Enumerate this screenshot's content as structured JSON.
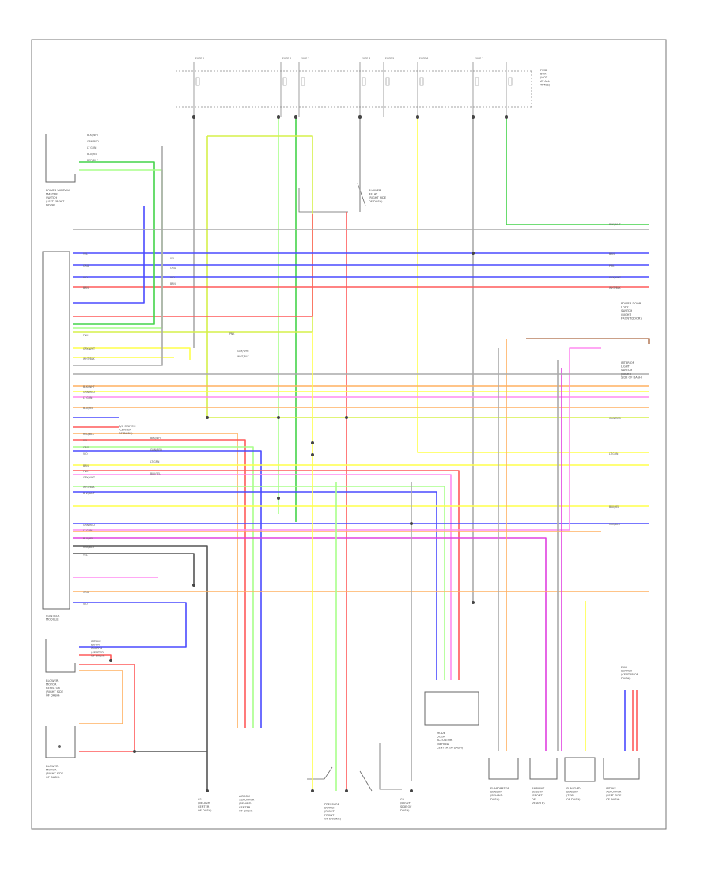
{
  "diagram": {
    "footer_code": "",
    "components": [
      {
        "name": "fuse-box-top",
        "lines": [
          "FUSE",
          "BOX",
          "(HOT",
          "AT ALL",
          "TIMES)"
        ]
      },
      {
        "name": "power-window-master-switch",
        "lines": [
          "POWER WINDOW",
          "MASTER",
          "SWITCH",
          "(LEFT FRONT",
          "DOOR)"
        ]
      },
      {
        "name": "control-module",
        "lines": [
          "CONTROL",
          "MODULE"
        ]
      },
      {
        "name": "blower-motor-resistor",
        "lines": [
          "BLOWER",
          "MOTOR",
          "RESISTOR",
          "(RIGHT SIDE",
          "OF DASH)"
        ]
      },
      {
        "name": "blower-motor",
        "lines": [
          "BLOWER",
          "MOTOR",
          "(RIGHT SIDE",
          "OF DASH)"
        ]
      },
      {
        "name": "blower-relay",
        "lines": [
          "BLOWER",
          "RELAY",
          "(RIGHT SIDE",
          "OF DASH)"
        ]
      },
      {
        "name": "ground-g1",
        "lines": [
          "G1",
          "(BEHIND",
          "CENTER",
          "OF DASH)"
        ]
      },
      {
        "name": "air-mix-actuator",
        "lines": [
          "AIR MIX",
          "ACTUATOR",
          "(BEHIND",
          "CENTER",
          "OF DASH)"
        ]
      },
      {
        "name": "pressure-switch",
        "lines": [
          "PRESSURE",
          "SWITCH",
          "(RIGHT",
          "FRONT",
          "OF ENGINE)"
        ]
      },
      {
        "name": "ground-g2",
        "lines": [
          "G2",
          "(RIGHT",
          "SIDE OF",
          "DASH)"
        ]
      },
      {
        "name": "mode-door-actuator",
        "lines": [
          "MODE",
          "DOOR",
          "ACTUATOR",
          "(BEHIND",
          "CENTER OF DASH)"
        ]
      },
      {
        "name": "evaporator-sensor",
        "lines": [
          "EVAPORATOR",
          "SENSOR",
          "(BEHIND",
          "DASH)"
        ]
      },
      {
        "name": "ambient-sensor",
        "lines": [
          "AMBIENT",
          "SENSOR",
          "(FRONT",
          "OF",
          "VEHICLE)"
        ]
      },
      {
        "name": "sunload-sensor",
        "lines": [
          "SUNLOAD",
          "SENSOR",
          "(TOP",
          "OF DASH)"
        ]
      },
      {
        "name": "intake-actuator",
        "lines": [
          "INTAKE",
          "ACTUATOR",
          "(LEFT SIDE",
          "OF DASH)"
        ]
      },
      {
        "name": "right-module-a",
        "lines": [
          "POWER DOOR",
          "LOCK",
          "SWITCH",
          "(RIGHT",
          "FRONT DOOR)"
        ]
      },
      {
        "name": "right-module-b",
        "lines": [
          "INTERIOR",
          "LIGHT",
          "SWITCH",
          "(RIGHT",
          "SIDE OF DASH)"
        ]
      },
      {
        "name": "fan-switch",
        "lines": [
          "FAN",
          "SWITCH",
          "(CENTER OF",
          "DASH)"
        ]
      },
      {
        "name": "intake-switch",
        "lines": [
          "INTAKE",
          "DOOR",
          "SWITCH",
          "(CENTER",
          "OF DASH)"
        ]
      },
      {
        "name": "auto-switch",
        "lines": [
          "A/C SWITCH",
          "(CENTER",
          "OF DASH)"
        ]
      }
    ],
    "fuses": [
      "FUSE 1",
      "FUSE 2",
      "FUSE 3",
      "FUSE 4",
      "FUSE 5",
      "FUSE 6",
      "FUSE 7"
    ],
    "wire_labels": [
      "BLK/WHT",
      "GRN/RED",
      "LT GRN",
      "BLU/YEL",
      "RED/BLK",
      "YEL",
      "ORG",
      "VIO",
      "BRN",
      "PNK",
      "GRY/WHT",
      "WHT/BLK"
    ]
  },
  "colors": {
    "blue": "#4a4aff",
    "red": "#ff5a5a",
    "green": "#44d44a",
    "light_green": "#a8ff8a",
    "yellow_green": "#d6f04a",
    "yellow": "#ffff4a",
    "orange": "#ffb060",
    "pink": "#ff8cf0",
    "magenta": "#e040e0",
    "black": "#555555",
    "gray": "#aaaaaa",
    "brown": "#b88060",
    "purple": "#9060c0"
  }
}
